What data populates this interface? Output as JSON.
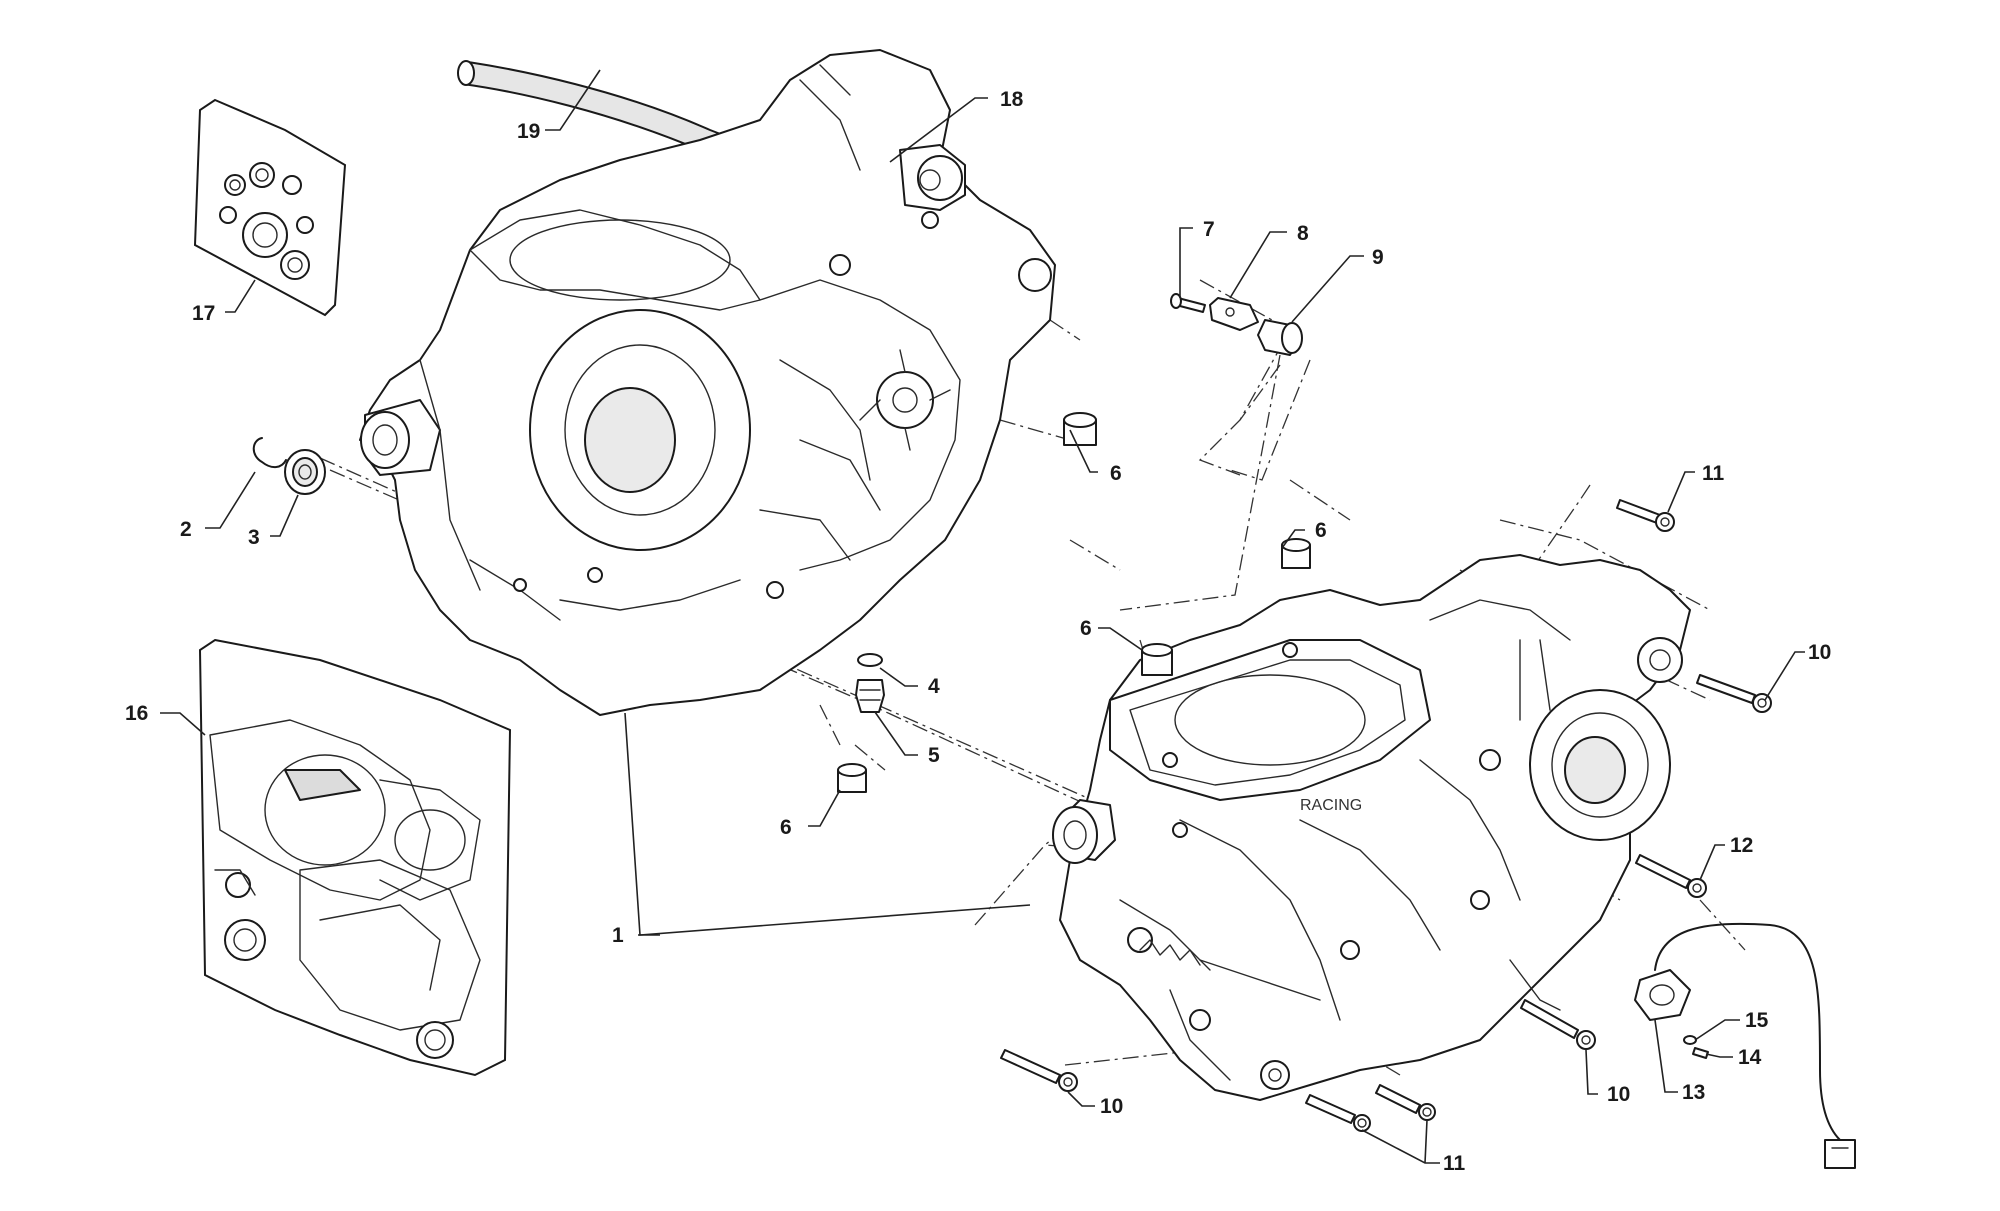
{
  "callouts": [
    {
      "id": "c1",
      "label": "1"
    },
    {
      "id": "c2",
      "label": "2"
    },
    {
      "id": "c3",
      "label": "3"
    },
    {
      "id": "c4",
      "label": "4"
    },
    {
      "id": "c5",
      "label": "5"
    },
    {
      "id": "c6a",
      "label": "6"
    },
    {
      "id": "c6b",
      "label": "6"
    },
    {
      "id": "c6c",
      "label": "6"
    },
    {
      "id": "c6d",
      "label": "6"
    },
    {
      "id": "c7",
      "label": "7"
    },
    {
      "id": "c8",
      "label": "8"
    },
    {
      "id": "c9",
      "label": "9"
    },
    {
      "id": "c10a",
      "label": "10"
    },
    {
      "id": "c10b",
      "label": "10"
    },
    {
      "id": "c10c",
      "label": "10"
    },
    {
      "id": "c11a",
      "label": "11"
    },
    {
      "id": "c11b",
      "label": "11"
    },
    {
      "id": "c12",
      "label": "12"
    },
    {
      "id": "c13",
      "label": "13"
    },
    {
      "id": "c14",
      "label": "14"
    },
    {
      "id": "c15",
      "label": "15"
    },
    {
      "id": "c16",
      "label": "16"
    },
    {
      "id": "c17",
      "label": "17"
    },
    {
      "id": "c18",
      "label": "18"
    },
    {
      "id": "c19",
      "label": "19"
    }
  ],
  "logo_text": "RACING"
}
